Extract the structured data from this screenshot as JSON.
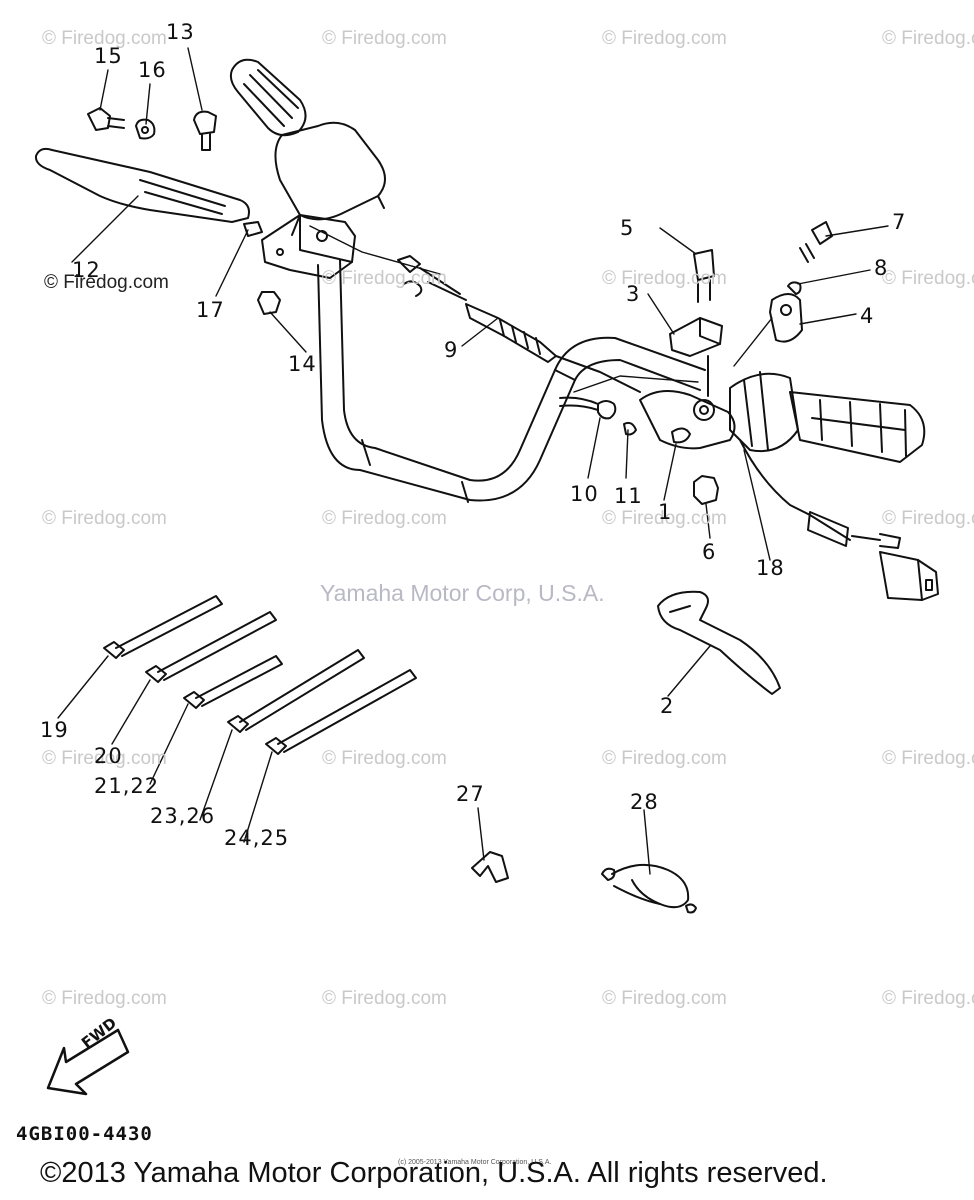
{
  "watermarks": [
    {
      "text": "© Firedog.com"
    },
    {
      "text": "© Firedog.com"
    },
    {
      "text": "© Firedog.com"
    },
    {
      "text": "© Firedog.com"
    },
    {
      "text": "© Firedog.com"
    },
    {
      "text": "© Firedog.com"
    },
    {
      "text": "© Firedog.com"
    },
    {
      "text": "© Firedog.com"
    },
    {
      "text": "© Firedog.com"
    },
    {
      "text": "© Firedog.com"
    },
    {
      "text": "© Firedog.com"
    },
    {
      "text": "© Firedog.com"
    },
    {
      "text": "© Firedog.com"
    },
    {
      "text": "© Firedog.com"
    },
    {
      "text": "© Firedog.com"
    },
    {
      "text": "© Firedog.com"
    },
    {
      "text": "© Firedog.com"
    },
    {
      "text": "© Firedog.com"
    },
    {
      "text": "© Firedog.com"
    },
    {
      "text": "© Firedog.com"
    }
  ],
  "callouts": {
    "c1": "1",
    "c2": "2",
    "c3": "3",
    "c4": "4",
    "c5": "5",
    "c6": "6",
    "c7": "7",
    "c8": "8",
    "c9": "9",
    "c10": "10",
    "c11": "11",
    "c12": "12",
    "c13": "13",
    "c14": "14",
    "c15": "15",
    "c16": "16",
    "c17": "17",
    "c18": "18",
    "c19": "19",
    "c20": "20",
    "c21": "21,22",
    "c23": "23,26",
    "c24": "24,25",
    "c27": "27",
    "c28": "28"
  },
  "corp_watermark": "Yamaha Motor Corp, U.S.A.",
  "fwd_label": "FWD",
  "diagram_code": "4GBI00-4430",
  "tiny_notice": "(c) 2005-2013 Yamaha Motor Corporation, U.S.A.",
  "copyright": "©2013 Yamaha Motor Corporation, U.S.A. All rights reserved.",
  "colors": {
    "line": "#111111",
    "watermark": "#c9c9c9",
    "corp": "#b9b9c6"
  }
}
